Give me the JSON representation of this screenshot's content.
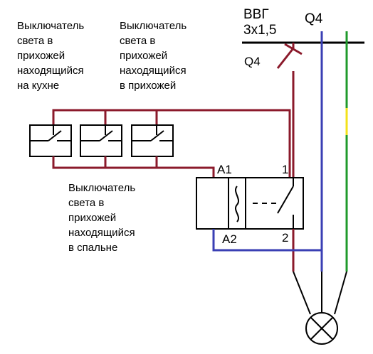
{
  "colors": {
    "phase": "#8b1a2b",
    "neutral": "#3a3fb4",
    "ground_green": "#1f9a2b",
    "ground_yellow": "#f3e21a",
    "line": "#000000"
  },
  "labels": {
    "cable": [
      "ВВГ",
      "3х1,5"
    ],
    "breaker_top": "Q4",
    "breaker_side": "Q4",
    "contact_top": "1",
    "contact_bottom": "2",
    "coil_a1": "А1",
    "coil_a2": "А2"
  },
  "switch_notes": {
    "kitchen": [
      "Выключатель",
      "света в",
      "прихожей",
      "находящийся",
      "на кухне"
    ],
    "hallway": [
      "Выключатель",
      "света в",
      "прихожей",
      "находящийся",
      "в прихожей"
    ],
    "bedroom": [
      "Выключатель",
      "света в",
      "прихожей",
      "находящийся",
      "в спальне"
    ]
  }
}
